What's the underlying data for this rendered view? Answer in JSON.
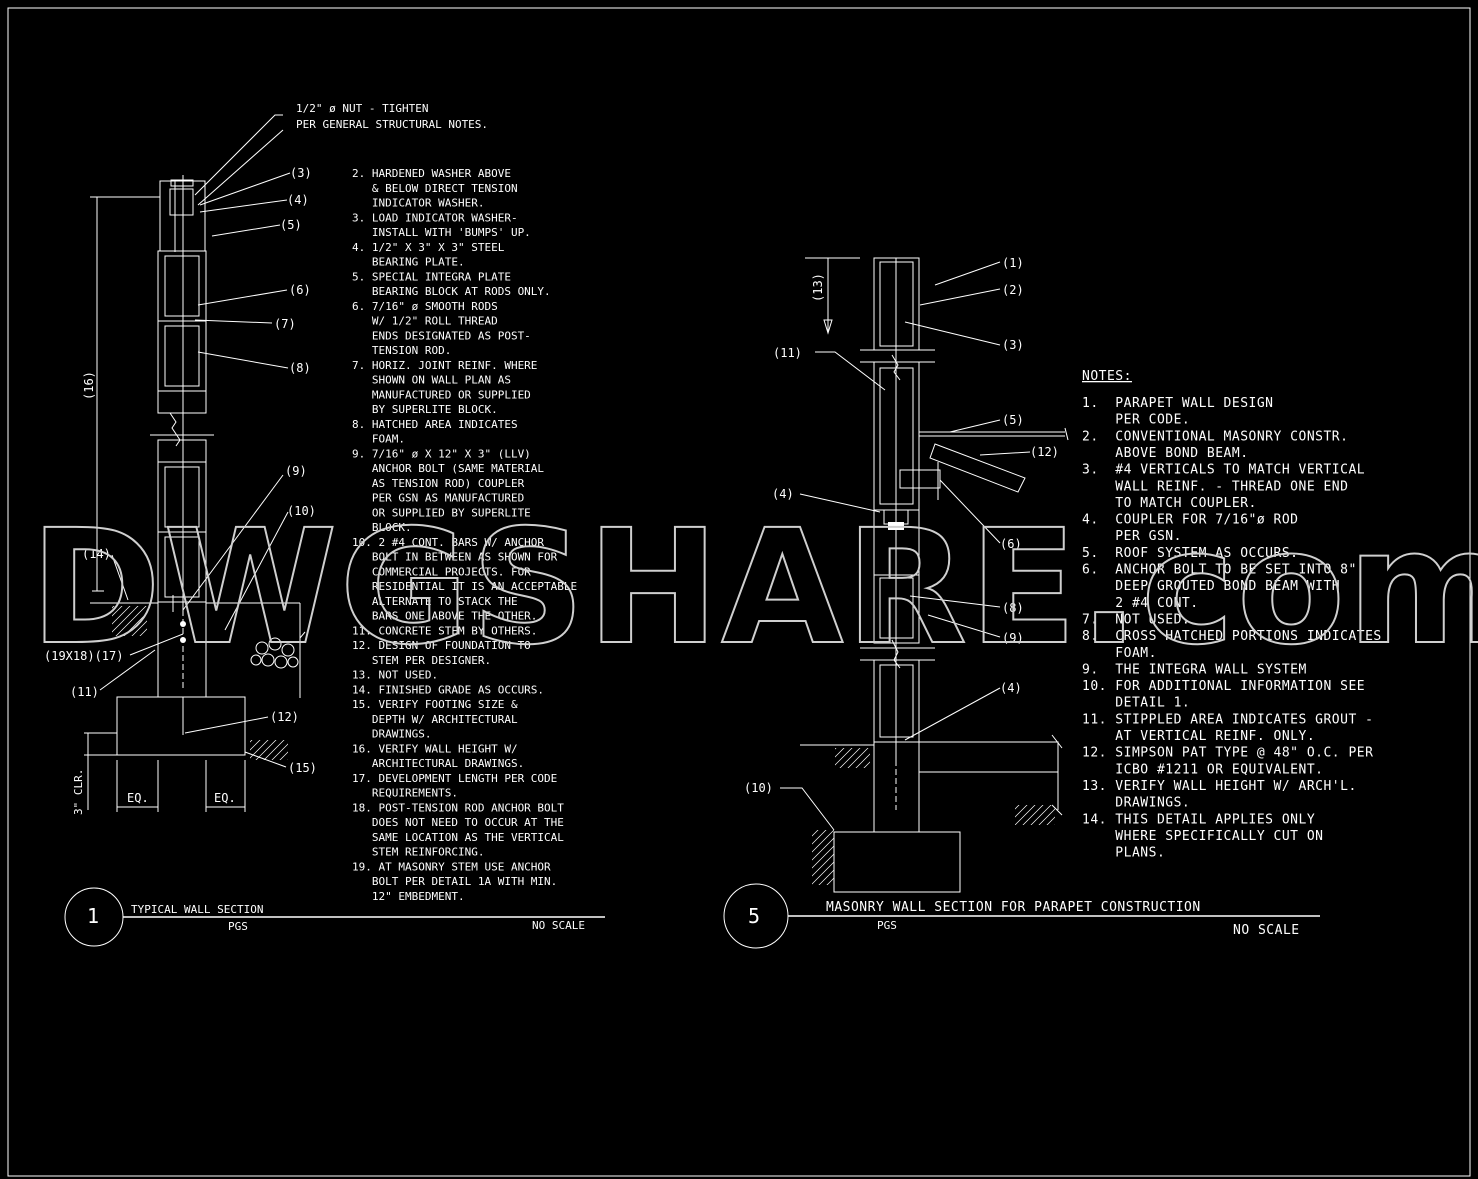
{
  "watermark": "DWGSHARE.com",
  "detail1": {
    "number": "1",
    "title": "TYPICAL WALL SECTION",
    "subtitle": "PGS",
    "scale": "NO SCALE",
    "top_note_line1": "1/2\" ø NUT - TIGHTEN",
    "top_note_line2": "PER GENERAL STRUCTURAL NOTES.",
    "callouts": [
      "(3)",
      "(4)",
      "(5)",
      "(6)",
      "(7)",
      "(8)",
      "(9)",
      "(10)",
      "(11)",
      "(12)",
      "(14)",
      "(15)",
      "(16)",
      "(19X18)(17)"
    ],
    "dims": [
      "EQ.",
      "EQ.",
      "3\" CLR."
    ],
    "notes": [
      "2. HARDENED WASHER ABOVE",
      "   & BELOW DIRECT TENSION",
      "   INDICATOR WASHER.",
      "3. LOAD INDICATOR WASHER-",
      "   INSTALL WITH 'BUMPS' UP.",
      "4. 1/2\" X 3\" X 3\" STEEL",
      "   BEARING PLATE.",
      "5. SPECIAL INTEGRA PLATE",
      "   BEARING BLOCK AT RODS ONLY.",
      "6. 7/16\" ø SMOOTH RODS",
      "   W/ 1/2\" ROLL THREAD",
      "   ENDS DESIGNATED AS POST-",
      "   TENSION ROD.",
      "7. HORIZ. JOINT REINF. WHERE",
      "   SHOWN ON WALL PLAN AS",
      "   MANUFACTURED OR SUPPLIED",
      "   BY SUPERLITE BLOCK.",
      "8. HATCHED AREA INDICATES",
      "   FOAM.",
      "9. 7/16\" ø X 12\" X 3\" (LLV)",
      "   ANCHOR BOLT (SAME MATERIAL",
      "   AS TENSION ROD) COUPLER",
      "   PER GSN AS MANUFACTURED",
      "   OR SUPPLIED BY SUPERLITE",
      "   BLOCK.",
      "10. 2 #4 CONT. BARS W/ ANCHOR",
      "   BOLT IN BETWEEN AS SHOWN FOR",
      "   COMMERCIAL PROJECTS. FOR",
      "   RESIDENTIAL IT IS AN ACCEPTABLE",
      "   ALTERNATE TO STACK THE",
      "   BARS ONE ABOVE THE OTHER.",
      "11. CONCRETE STEM BY OTHERS.",
      "12. DESIGN OF FOUNDATION TO",
      "   STEM PER DESIGNER.",
      "13. NOT USED.",
      "14. FINISHED GRADE AS OCCURS.",
      "15. VERIFY FOOTING SIZE &",
      "   DEPTH W/ ARCHITECTURAL",
      "   DRAWINGS.",
      "16. VERIFY WALL HEIGHT W/",
      "   ARCHITECTURAL DRAWINGS.",
      "17. DEVELOPMENT LENGTH PER CODE",
      "   REQUIREMENTS.",
      "18. POST-TENSION ROD ANCHOR BOLT",
      "   DOES NOT NEED TO OCCUR AT THE",
      "   SAME LOCATION AS THE VERTICAL",
      "   STEM REINFORCING.",
      "19. AT MASONRY STEM USE ANCHOR",
      "   BOLT PER DETAIL 1A WITH MIN.",
      "   12\" EMBEDMENT."
    ]
  },
  "detail5": {
    "number": "5",
    "title": "MASONRY WALL SECTION FOR PARAPET CONSTRUCTION",
    "subtitle": "PGS",
    "scale": "NO SCALE",
    "callouts": [
      "(1)",
      "(2)",
      "(3)",
      "(4)",
      "(4)",
      "(5)",
      "(6)",
      "(8)",
      "(9)",
      "(10)",
      "(11)",
      "(12)",
      "(13)"
    ],
    "notes_heading": "NOTES:",
    "notes": [
      "1.  PARAPET WALL DESIGN",
      "    PER CODE.",
      "2.  CONVENTIONAL MASONRY CONSTR.",
      "    ABOVE BOND BEAM.",
      "3.  #4 VERTICALS TO MATCH VERTICAL",
      "    WALL REINF. - THREAD ONE END",
      "    TO MATCH COUPLER.",
      "4.  COUPLER FOR 7/16\"ø ROD",
      "    PER GSN.",
      "5.  ROOF SYSTEM AS OCCURS.",
      "6.  ANCHOR BOLT TO BE SET INTO 8\"",
      "    DEEP GROUTED BOND BEAM WITH",
      "    2 #4 CONT.",
      "7.  NOT USED.",
      "8.  CROSS HATCHED PORTIONS INDICATES",
      "    FOAM.",
      "9.  THE INTEGRA WALL SYSTEM",
      "10. FOR ADDITIONAL INFORMATION SEE",
      "    DETAIL 1.",
      "11. STIPPLED AREA INDICATES GROUT -",
      "    AT VERTICAL REINF. ONLY.",
      "12. SIMPSON PAT TYPE @ 48\" O.C. PER",
      "    ICBO #1211 OR EQUIVALENT.",
      "13. VERIFY WALL HEIGHT W/ ARCH'L.",
      "    DRAWINGS.",
      "14. THIS DETAIL APPLIES ONLY",
      "    WHERE SPECIFICALLY CUT ON",
      "    PLANS."
    ]
  }
}
